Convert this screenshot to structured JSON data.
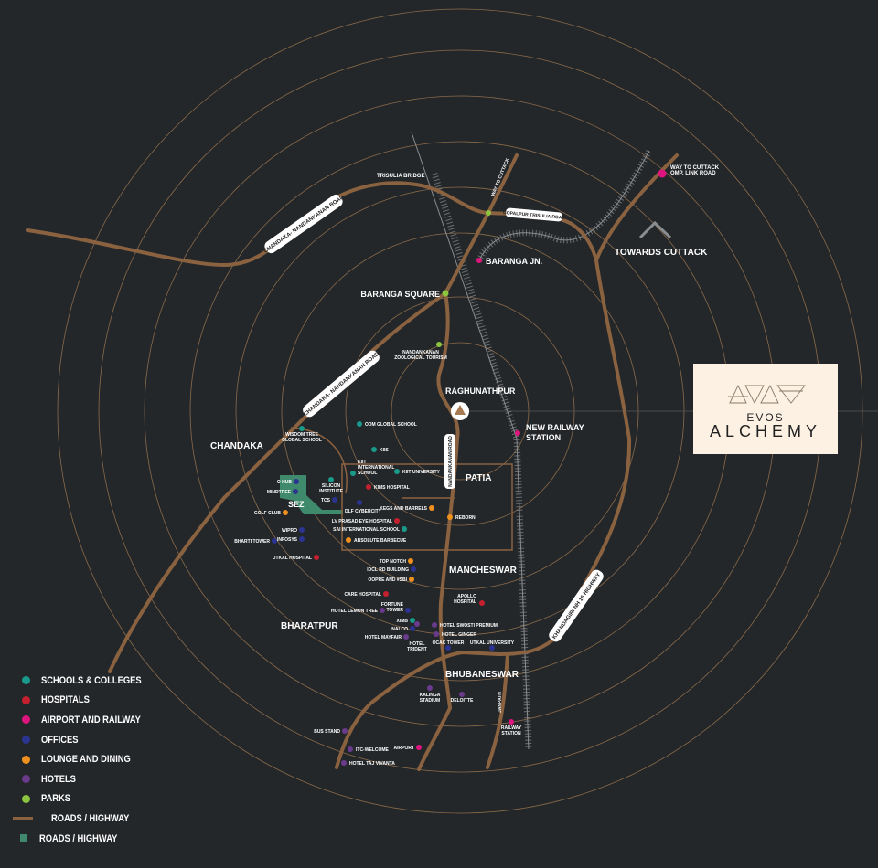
{
  "colors": {
    "school": "#1a9a8a",
    "hospital": "#c4202f",
    "transit": "#e0147e",
    "office": "#2b3490",
    "lounge": "#f0901e",
    "hotel": "#6a3a8c",
    "park": "#8cc43f",
    "road": "#8a6240",
    "sez": "#3f8a6c"
  },
  "logo": {
    "brand": "EVOS",
    "name": "ALCHEMY"
  },
  "areas": {
    "chandaka": "CHANDAKA",
    "sez": "SEZ",
    "patia": "PATIA",
    "mancheswar": "MANCHESWAR",
    "bharatpur": "BHARATPUR",
    "bhubaneswar": "BHUBANESWAR",
    "raghunathpur": "RAGHUNATHPUR",
    "towards_cuttack": "TOWARDS CUTTACK",
    "trisulia_bridge": "TRISULIA BRIDGE",
    "baranga_jn": "BARANGA JN.",
    "baranga_square": "BARANGA SQUARE",
    "new_railway": [
      "NEW RAILWAY",
      "STATION"
    ]
  },
  "roads": {
    "chandaka1": "CHANDAKA- NANDANKANAN ROAD",
    "chandaka2": "CHANDAKA- NANDANKANAN ROAD",
    "nandankanan": "NANDANKANAN ROAD",
    "khandagiri": "KHANDAGIRI NH 16 HIGHWAY",
    "way_to_cuttack": "WAY TO CUTTACK",
    "gopalpur": "GOPALPUR TRISULIA ROAD",
    "janpath": "JANPATH"
  },
  "pois": [
    {
      "l": [
        "WISDOM TREE",
        "GLOBAL SCHOOL"
      ],
      "c": "school"
    },
    {
      "l": [
        "ODM GLOBAL SCHOOL"
      ],
      "c": "school"
    },
    {
      "l": [
        "KIIS"
      ],
      "c": "school"
    },
    {
      "l": [
        "KIIT",
        "INTERNATIONAL",
        "SCHOOL"
      ],
      "c": "school"
    },
    {
      "l": [
        "KIIT UNIVERSITY"
      ],
      "c": "school"
    },
    {
      "l": [
        "SILICON",
        "INSTITUTE"
      ],
      "c": "school"
    },
    {
      "l": [
        "SAI INTERNATIONAL SCHOOL"
      ],
      "c": "school"
    },
    {
      "l": [
        "XIMB"
      ],
      "c": "school"
    },
    {
      "l": [
        "KIMS HOSPITAL"
      ],
      "c": "hospital"
    },
    {
      "l": [
        "LV PRASAD EYE HOSPITAL"
      ],
      "c": "hospital"
    },
    {
      "l": [
        "UTKAL HOSPITAL"
      ],
      "c": "hospital"
    },
    {
      "l": [
        "CARE HOSPITAL"
      ],
      "c": "hospital"
    },
    {
      "l": [
        "APOLLO",
        "HOSPITAL"
      ],
      "c": "hospital"
    },
    {
      "l": [
        "WAY TO CUTTACK",
        "OMP, LINK ROAD"
      ],
      "c": "transit"
    },
    {
      "l": [
        "AIRPORT"
      ],
      "c": "transit"
    },
    {
      "l": [
        "RAILWAY",
        "STATION"
      ],
      "c": "transit"
    },
    {
      "l": [
        "O HUB"
      ],
      "c": "office"
    },
    {
      "l": [
        "MINDTREE"
      ],
      "c": "office"
    },
    {
      "l": [
        "TCS"
      ],
      "c": "office"
    },
    {
      "l": [
        "DLF CYBERCITY"
      ],
      "c": "office"
    },
    {
      "l": [
        "WIPRO"
      ],
      "c": "office"
    },
    {
      "l": [
        "INFOSYS"
      ],
      "c": "office"
    },
    {
      "l": [
        "BHARTI TOWER"
      ],
      "c": "office"
    },
    {
      "l": [
        "IDCL RD BUILDING"
      ],
      "c": "office"
    },
    {
      "l": [
        "FORTUNE",
        "TOWER"
      ],
      "c": "office"
    },
    {
      "l": [
        "NALCO"
      ],
      "c": "office"
    },
    {
      "l": [
        "OCAC TOWER"
      ],
      "c": "office"
    },
    {
      "l": [
        "UTKAL UNIVERSITY"
      ],
      "c": "office"
    },
    {
      "l": [
        "GOLF CLUB"
      ],
      "c": "lounge"
    },
    {
      "l": [
        "KEGS AND BARRELS"
      ],
      "c": "lounge"
    },
    {
      "l": [
        "REBORN"
      ],
      "c": "lounge"
    },
    {
      "l": [
        "ABSOLUTE BARBECUE"
      ],
      "c": "lounge"
    },
    {
      "l": [
        "TOP NOTCH"
      ],
      "c": "lounge"
    },
    {
      "l": [
        "OOPRE AND #SBI"
      ],
      "c": "lounge"
    },
    {
      "l": [
        "HOTEL LEMON TREE"
      ],
      "c": "hotel"
    },
    {
      "l": [
        "HOTEL MAYFAIR"
      ],
      "c": "hotel"
    },
    {
      "l": [
        "HOTEL",
        "TRIDENT"
      ],
      "c": "hotel"
    },
    {
      "l": [
        "HOTEL SWOSTI PREMIUM"
      ],
      "c": "hotel"
    },
    {
      "l": [
        "HOTEL GINGER"
      ],
      "c": "hotel"
    },
    {
      "l": [
        "KALINGA",
        "STADIUM"
      ],
      "c": "hotel"
    },
    {
      "l": [
        "DELOITTE"
      ],
      "c": "hotel"
    },
    {
      "l": [
        "BUS STAND"
      ],
      "c": "hotel"
    },
    {
      "l": [
        "ITC-WELCOME"
      ],
      "c": "hotel"
    },
    {
      "l": [
        "HOTEL TAJ VIVANTA"
      ],
      "c": "hotel"
    },
    {
      "l": [
        "NANDANKANAN",
        "ZOOLOGICAL TOURISM"
      ],
      "c": "park"
    }
  ],
  "legend": [
    {
      "label": "SCHOOLS & COLLEGES",
      "c": "school"
    },
    {
      "label": "HOSPITALS",
      "c": "hospital"
    },
    {
      "label": "AIRPORT AND RAILWAY",
      "c": "transit"
    },
    {
      "label": "OFFICES",
      "c": "office"
    },
    {
      "label": "LOUNGE AND DINING",
      "c": "lounge"
    },
    {
      "label": "HOTELS",
      "c": "hotel"
    },
    {
      "label": "PARKS",
      "c": "park"
    },
    {
      "label": "ROADS / HIGHWAY",
      "c": "road"
    },
    {
      "label": "ROADS / HIGHWAY",
      "c": "sez"
    }
  ]
}
